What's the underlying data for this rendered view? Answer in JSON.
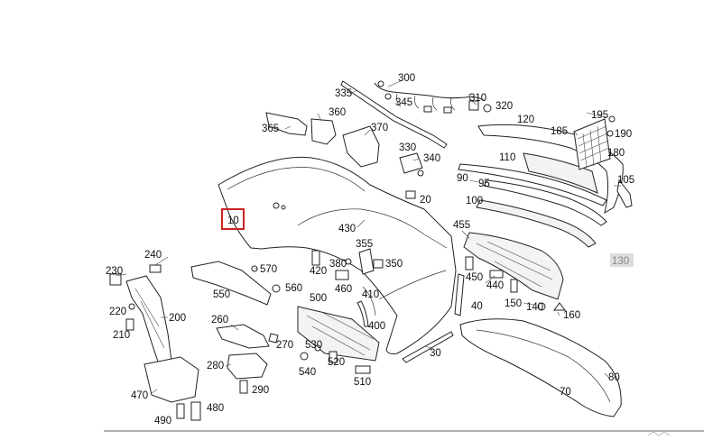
{
  "diagram": {
    "highlighted_part": "10",
    "greyed_part": "130",
    "highlight_color": "#cc2222",
    "grey_badge_color": "#dddddd",
    "callouts": [
      "300",
      "335",
      "345",
      "310",
      "320",
      "360",
      "365",
      "370",
      "330",
      "340",
      "120",
      "195",
      "185",
      "190",
      "180",
      "110",
      "90",
      "95",
      "105",
      "100",
      "20",
      "455",
      "430",
      "355",
      "570",
      "420",
      "380",
      "350",
      "460",
      "410",
      "450",
      "440",
      "150",
      "140",
      "160",
      "560",
      "550",
      "500",
      "400",
      "40",
      "530",
      "540",
      "520",
      "510",
      "30",
      "240",
      "230",
      "220",
      "210",
      "200",
      "260",
      "270",
      "280",
      "290",
      "470",
      "490",
      "480",
      "80",
      "70"
    ]
  }
}
